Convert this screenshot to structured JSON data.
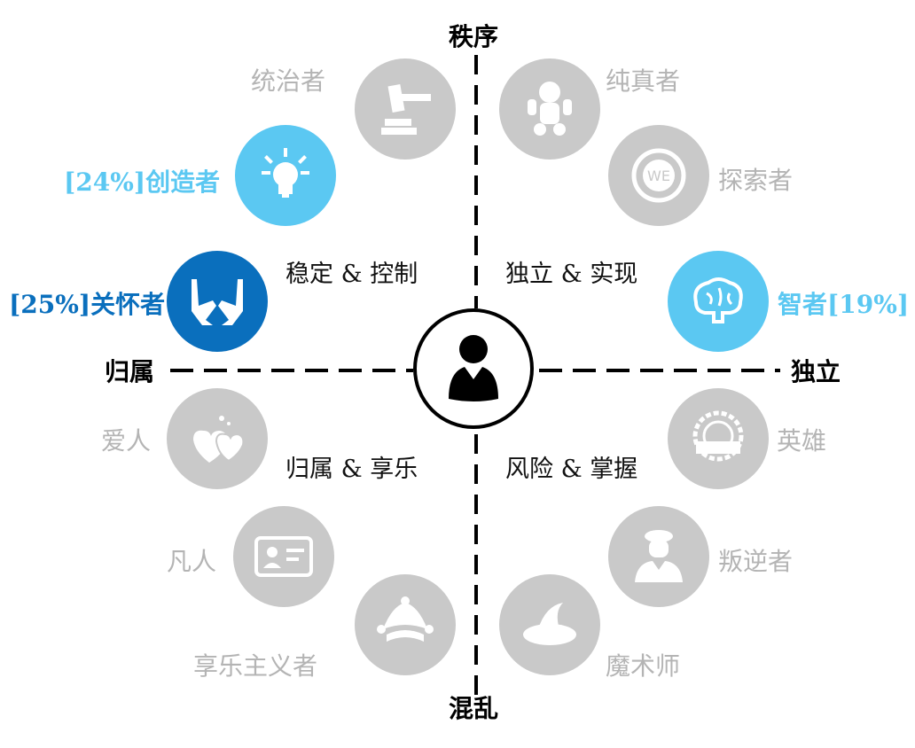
{
  "axes": {
    "top": "秩序",
    "bottom": "混乱",
    "left": "归属",
    "right": "独立"
  },
  "quadrants": {
    "tl": "稳定 & 控制",
    "tr": "独立 & 实现",
    "bl": "归属 & 享乐",
    "br": "风险 & 掌握"
  },
  "archetypes": [
    {
      "label": "统治者",
      "icon": "gavel-icon",
      "color": "#c9c9c9"
    },
    {
      "label": "[24%]创造者",
      "icon": "lightbulb-icon",
      "color": "#5bc8f2"
    },
    {
      "label": "[25%]关怀者",
      "icon": "hands-icon",
      "color": "#0a6fbd"
    },
    {
      "label": "纯真者",
      "icon": "baby-icon",
      "color": "#c9c9c9"
    },
    {
      "label": "探索者",
      "icon": "compass-icon",
      "color": "#c9c9c9"
    },
    {
      "label": "智者[19%]",
      "icon": "brain-icon",
      "color": "#5bc8f2"
    },
    {
      "label": "爱人",
      "icon": "hearts-icon",
      "color": "#c9c9c9"
    },
    {
      "label": "凡人",
      "icon": "id-card-icon",
      "color": "#c9c9c9"
    },
    {
      "label": "享乐主义者",
      "icon": "jester-hat-icon",
      "color": "#c9c9c9"
    },
    {
      "label": "英雄",
      "icon": "badge-icon",
      "color": "#c9c9c9"
    },
    {
      "label": "叛逆者",
      "icon": "rebel-icon",
      "color": "#c9c9c9"
    },
    {
      "label": "魔术师",
      "icon": "wizard-hat-icon",
      "color": "#c9c9c9"
    }
  ],
  "center": {
    "icon": "user-icon"
  }
}
